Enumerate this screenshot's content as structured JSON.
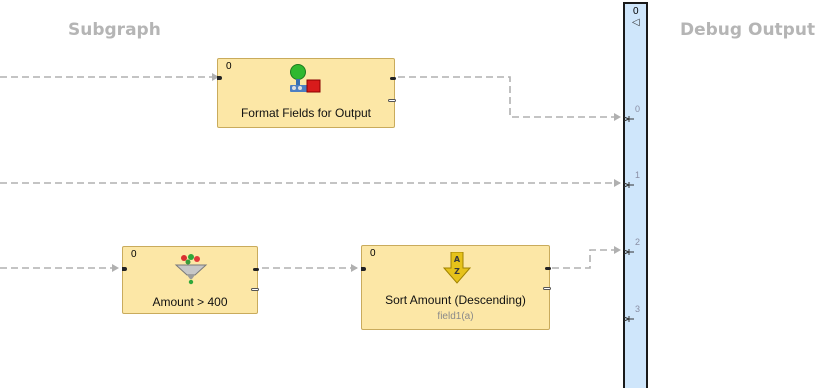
{
  "sections": {
    "subgraph_label": "Subgraph",
    "debug_label": "Debug Output"
  },
  "nodes": {
    "format_fields": {
      "port": "0",
      "title": "Format Fields for Output"
    },
    "amount_filter": {
      "port": "0",
      "title": "Amount > 400"
    },
    "sort_amount": {
      "port": "0",
      "title": "Sort Amount (Descending)",
      "subtitle": "field1(a)"
    }
  },
  "debug_output": {
    "top_port": "0",
    "caret": "◁",
    "ports": [
      "0",
      "1",
      "2",
      "3"
    ]
  },
  "colors": {
    "node_fill": "#fce7a6",
    "node_border": "#c9ab5c",
    "edge": "#b0b0b0",
    "debug_fill": "#cfe6fb",
    "label_gray": "#b5b5b5"
  },
  "icons": {
    "format_fields": "reformat-icon",
    "amount_filter": "filter-funnel-icon",
    "sort_amount": "sort-az-icon"
  }
}
